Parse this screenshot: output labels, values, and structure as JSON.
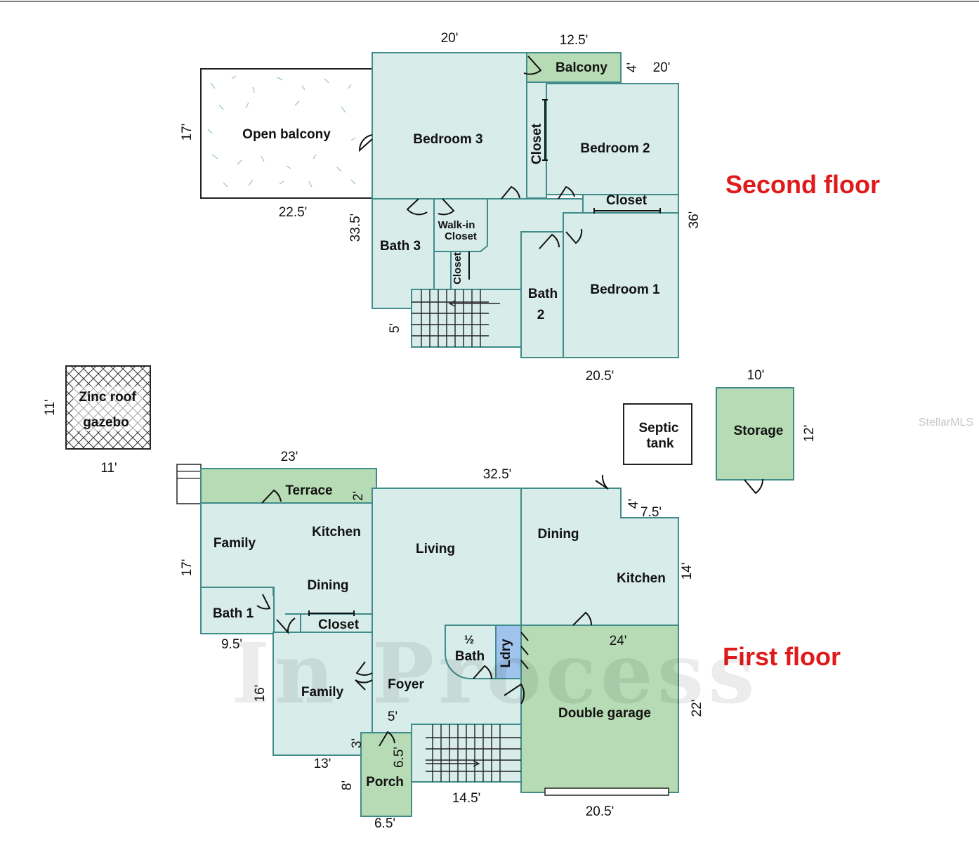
{
  "second_floor": {
    "heading": "Second floor",
    "rooms": {
      "open_balcony": "Open balcony",
      "bedroom3": "Bedroom 3",
      "balcony": "Balcony",
      "closet_vertical": "Closet",
      "bedroom2": "Bedroom 2",
      "closet_horizontal": "Closet",
      "walkin_line1": "Walk-in",
      "walkin_line2": "Closet",
      "bath3": "Bath 3",
      "closet_small": "Closet",
      "bath2_line1": "Bath",
      "bath2_line2": "2",
      "bedroom1": "Bedroom 1"
    },
    "dims": {
      "top_20": "20'",
      "balcony_width": "12.5'",
      "balcony_depth": "4'",
      "bedroom2_width": "20'",
      "open_balcony_height": "17'",
      "open_balcony_width": "22.5'",
      "left_depth": "33.5'",
      "right_depth": "36'",
      "stair_offset": "5'",
      "bottom_width": "20.5'"
    }
  },
  "outbuildings": {
    "gazebo_line1": "Zinc roof",
    "gazebo_line2": "gazebo",
    "gazebo_height": "11'",
    "gazebo_width": "11'",
    "septic_line1": "Septic",
    "septic_line2": "tank",
    "storage": "Storage",
    "storage_width": "10'",
    "storage_depth": "12'"
  },
  "first_floor": {
    "heading": "First floor",
    "rooms": {
      "terrace": "Terrace",
      "family_upper": "Family",
      "kitchen_left": "Kitchen",
      "dining_left": "Dining",
      "bath1": "Bath 1",
      "closet": "Closet",
      "family_lower": "Family",
      "living": "Living",
      "dining_right": "Dining",
      "kitchen_right": "Kitchen",
      "half_bath_line1": "½",
      "half_bath_line2": "Bath",
      "ldry": "Ldry",
      "foyer": "Foyer",
      "double_garage": "Double garage",
      "porch": "Porch"
    },
    "dims": {
      "terrace_width": "23'",
      "terrace_depth": "2'",
      "top_width": "32.5'",
      "notch_depth": "4'",
      "notch_width": "7.5'",
      "left_height": "17'",
      "kitchen_right_height": "14'",
      "bath1_width": "9.5'",
      "garage_width_top": "24'",
      "family_height": "16'",
      "garage_depth": "22'",
      "foyer_5": "5'",
      "porch_3": "3'",
      "porch_65_side": "6.5'",
      "family_width": "13'",
      "porch_depth": "8'",
      "stair_width": "14.5'",
      "garage_width_bottom": "20.5'",
      "porch_width": "6.5'"
    }
  },
  "watermark": "In Process",
  "credit": "StellarMLS"
}
